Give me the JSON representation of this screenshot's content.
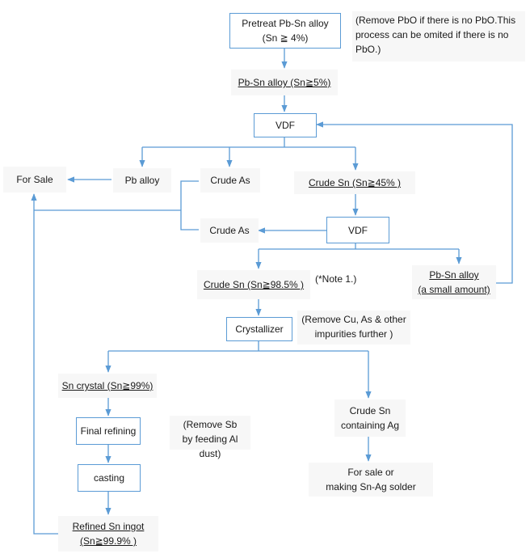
{
  "nodes": {
    "pretreat": {
      "line1": "Pretreat Pb-Sn alloy",
      "line2": "(Sn ≧ 4%)"
    },
    "pbsn_alloy": "Pb-Sn alloy (Sn≧5%)",
    "vdf1": "VDF",
    "for_sale": "For Sale",
    "pb_alloy": "Pb alloy",
    "crude_as_1": "Crude As",
    "crude_sn_45": "Crude Sn (Sn≧45% )",
    "vdf2": "VDF",
    "crude_as_2": "Crude As",
    "crude_sn_985": "Crude Sn (Sn≧98.5% )",
    "pbsn_small": {
      "line1": "Pb-Sn alloy",
      "line2": "(a small amount)"
    },
    "crystallizer": "Crystallizer",
    "sn_crystal": "Sn crystal (Sn≧99%)",
    "crude_sn_ag": {
      "line1": "Crude Sn",
      "line2": "containing Ag"
    },
    "final_refining": "Final refining",
    "casting": "casting",
    "for_sale_solder": {
      "line1": "For sale or",
      "line2": "making Sn-Ag solder"
    },
    "refined_ingot": {
      "line1": "Refined Sn ingot",
      "line2": "(Sn≧99.9% )"
    }
  },
  "notes": {
    "pbo": {
      "line1": "(Remove PbO if there is no PbO.This",
      "line2": "process can be omited if there is no",
      "line3": "PbO.)"
    },
    "note1": "(*Note 1.)",
    "remove_cu": {
      "line1": "(Remove Cu, As & other",
      "line2": "impurities further )"
    },
    "remove_sb": {
      "line1": "(Remove Sb",
      "line2": "by feeding Al dust)"
    }
  },
  "colors": {
    "line": "#5b9bd5",
    "node_fill": "#f7f7f7",
    "box_border": "#5b9bd5",
    "text": "#1a1a1a"
  }
}
